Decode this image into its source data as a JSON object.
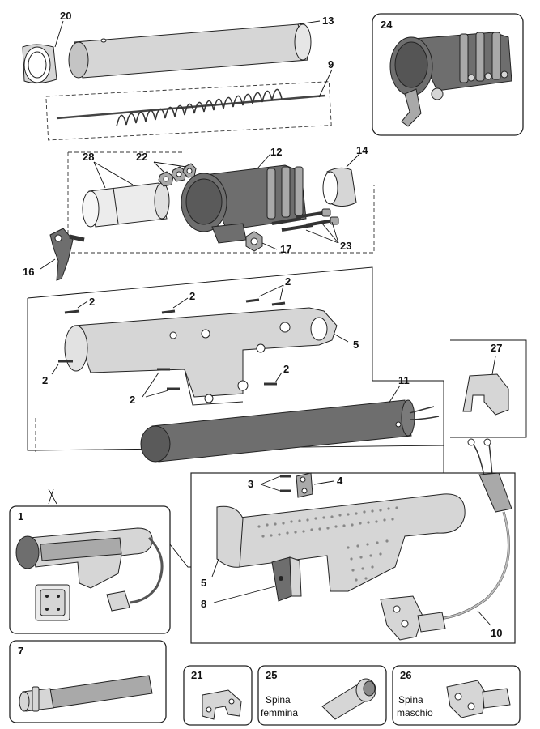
{
  "diagram": {
    "part_numbers": {
      "p1": "1",
      "p2": "2",
      "p3": "3",
      "p4": "4",
      "p5": "5",
      "p7": "7",
      "p8": "8",
      "p9": "9",
      "p10": "10",
      "p11": "11",
      "p12": "12",
      "p13": "13",
      "p14": "14",
      "p16": "16",
      "p17": "17",
      "p20": "20",
      "p21": "21",
      "p22": "22",
      "p23": "23",
      "p24": "24",
      "p25": "25",
      "p26": "26",
      "p27": "27",
      "p28": "28"
    },
    "captions": {
      "spina_femmina_line1": "Spina",
      "spina_femmina_line2": "femmina",
      "spina_maschio_line1": "Spina",
      "spina_maschio_line2": "maschio"
    },
    "colors": {
      "dark_part": "#6e6e6e",
      "mid_part": "#a9a9a9",
      "light_part": "#d6d6d6",
      "line": "#222222"
    }
  }
}
